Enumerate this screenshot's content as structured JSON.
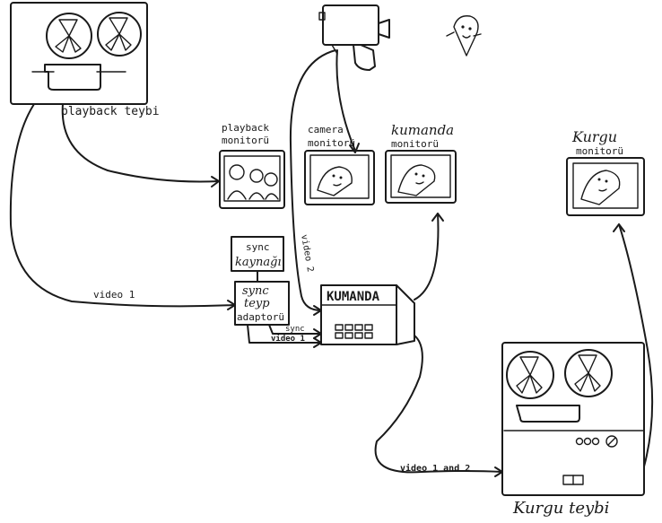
{
  "labels": {
    "playback_teybi": "playback teybi",
    "playback_monitoru_1": "playback",
    "playback_monitoru_2": "monitorü",
    "camera_monitoru_1": "camera",
    "camera_monitoru_2": "monitorü",
    "kumanda_monitoru_1": "kumanda",
    "kumanda_monitoru_2": "monitorü",
    "kurgu_monitoru_1": "Kurgu",
    "kurgu_monitoru_2": "monitorü",
    "sync_kaynagi_1": "sync",
    "sync_kaynagi_2": "kaynağı",
    "sync_adaptor_1": "sync",
    "sync_adaptor_2": "teyp",
    "sync_adaptor_3": "adaptorü",
    "kumanda": "KUMANDA",
    "kurgu_teybi": "Kurgu teybi",
    "video1": "video 1",
    "video2": "video 2",
    "sync": "sync",
    "video1_small": "video 1",
    "video1and2": "video 1 and 2"
  }
}
